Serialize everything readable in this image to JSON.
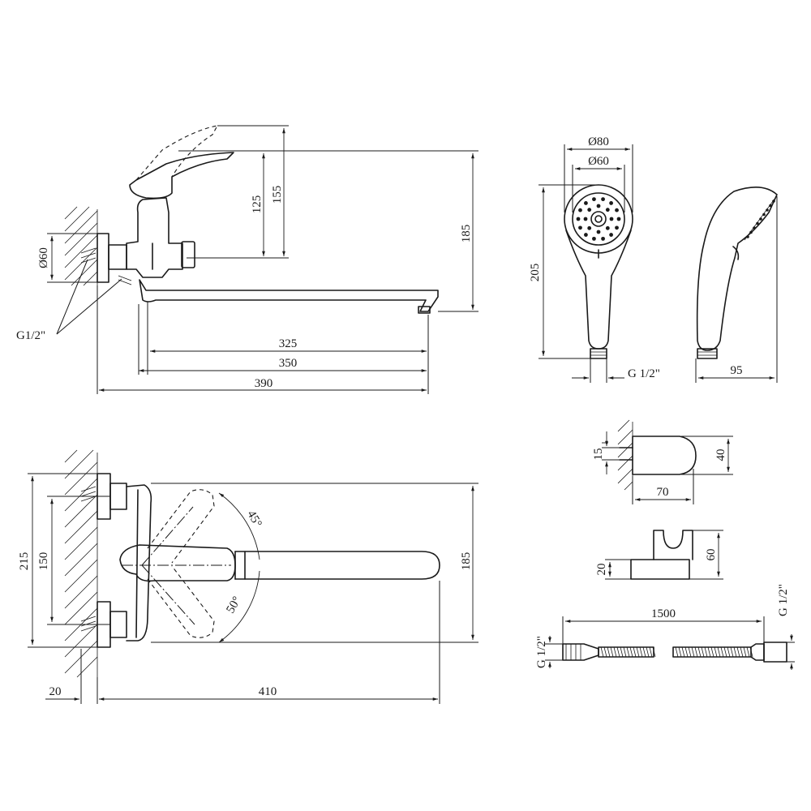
{
  "labels": {
    "top_h155": "155",
    "top_h125": "125",
    "top_h185": "185",
    "top_d60": "Ø60",
    "top_thread": "G1/2\"",
    "top_w325": "325",
    "top_w350": "350",
    "top_w390": "390",
    "bottom_h215": "215",
    "bottom_h150": "150",
    "bottom_h185": "185",
    "bottom_w20": "20",
    "bottom_w410": "410",
    "angle_45": "45°",
    "angle_50": "50°",
    "shower_d80": "Ø80",
    "shower_d60": "Ø60",
    "shower_h205": "205",
    "shower_thread": "G 1/2\"",
    "shower_w95": "95",
    "bracket_h15": "15",
    "bracket_h40": "40",
    "bracket_w70": "70",
    "holder_h20": "20",
    "holder_h60": "60",
    "hose_len": "1500",
    "hose_thread_left": "G 1/2\"",
    "hose_thread_right": "G 1/2\""
  }
}
